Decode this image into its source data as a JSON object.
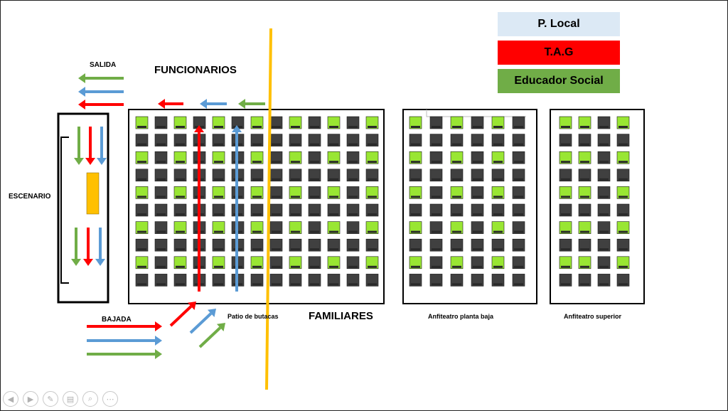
{
  "legend": [
    {
      "label": "P. Local",
      "color": "#dce9f5"
    },
    {
      "label": "T.A.G",
      "color": "#ff0000"
    },
    {
      "label": "Educador Social",
      "color": "#70ad47"
    }
  ],
  "labels": {
    "salida": "SALIDA",
    "funcionarios": "FUNCIONARIOS",
    "escenario": "ESCENARIO",
    "bajada": "BAJADA",
    "patio": "Patio de butacas",
    "familiares": "FAMILIARES",
    "anfiteatro_baja": "Anfiteatro planta baja",
    "anfiteatro_superior": "Anfiteatro superior"
  },
  "colors": {
    "red": "#ff0000",
    "blue": "#5b9bd5",
    "green": "#70ad47",
    "seat": "#404040",
    "seat_highlight": "#99e633",
    "divider": "#ffc000",
    "stage_item": "#ffc000"
  },
  "controls": [
    "prev-icon",
    "next-icon",
    "pen-icon",
    "slides-icon",
    "zoom-icon",
    "more-icon"
  ],
  "control_glyphs": [
    "◀",
    "▶",
    "✎",
    "▤",
    "⌕",
    "⋯"
  ]
}
